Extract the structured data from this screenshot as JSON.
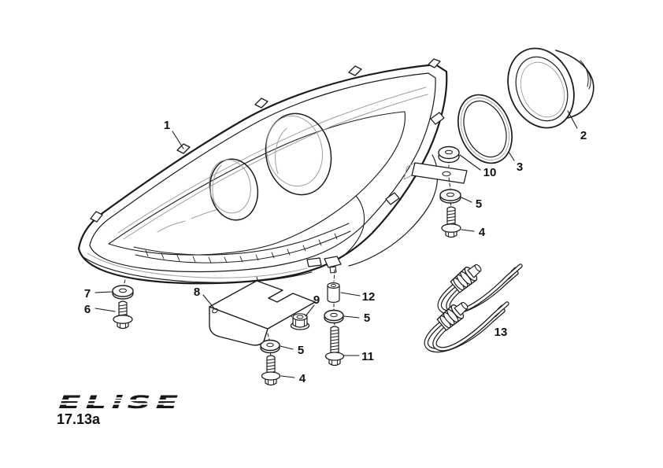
{
  "figure": {
    "brand_logo": "ELiSE",
    "code": "17.13a"
  },
  "colors": {
    "line": "#1c1c1c",
    "detail_line": "#9e9e9e",
    "background": "#ffffff"
  },
  "callouts": [
    {
      "label": "1"
    },
    {
      "label": "2"
    },
    {
      "label": "3"
    },
    {
      "label": "10"
    },
    {
      "label": "5"
    },
    {
      "label": "4"
    },
    {
      "label": "7"
    },
    {
      "label": "6"
    },
    {
      "label": "8"
    },
    {
      "label": "9"
    },
    {
      "label": "12"
    },
    {
      "label": "5"
    },
    {
      "label": "11"
    },
    {
      "label": "5"
    },
    {
      "label": "4"
    },
    {
      "label": "13"
    }
  ]
}
